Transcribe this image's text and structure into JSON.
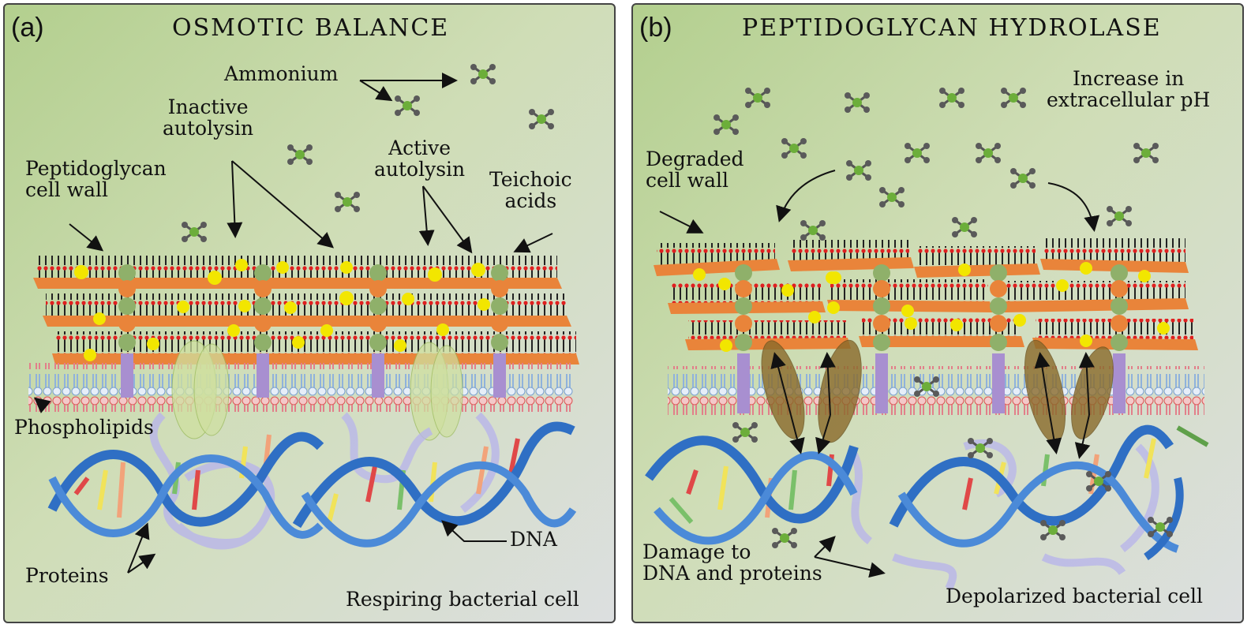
{
  "panel_a": {
    "letter": "(a)",
    "title": "OSMOTIC  BALANCE",
    "labels": {
      "ammonium": "Ammonium",
      "inactive_autolysin": "Inactive\nautolysin",
      "active_autolysin": "Active\nautolysin",
      "peptidoglycan": "Peptidoglycan\ncell wall",
      "teichoic": "Teichoic\nacids",
      "phospholipids": "Phospholipids",
      "proteins": "Proteins",
      "dna": "DNA",
      "respiring": "Respiring bacterial cell"
    }
  },
  "panel_b": {
    "letter": "(b)",
    "title": "PEPTIDOGLYCAN  HYDROLASE",
    "labels": {
      "increase_ph": "Increase in\nextracellular  pH",
      "degraded": "Degraded\ncell wall",
      "damage": "Damage to\nDNA and proteins",
      "depolarized": "Depolarized bacterial cell"
    }
  },
  "colors": {
    "background_top": "#b3cf8e",
    "background_bottom": "#dcdfe0",
    "cell_wall": "#e9843a",
    "membrane": "#e06070",
    "dna_backbone": "#2f6fc4",
    "autolysin": "#f2e600",
    "ammonium": "#6cae3a"
  }
}
